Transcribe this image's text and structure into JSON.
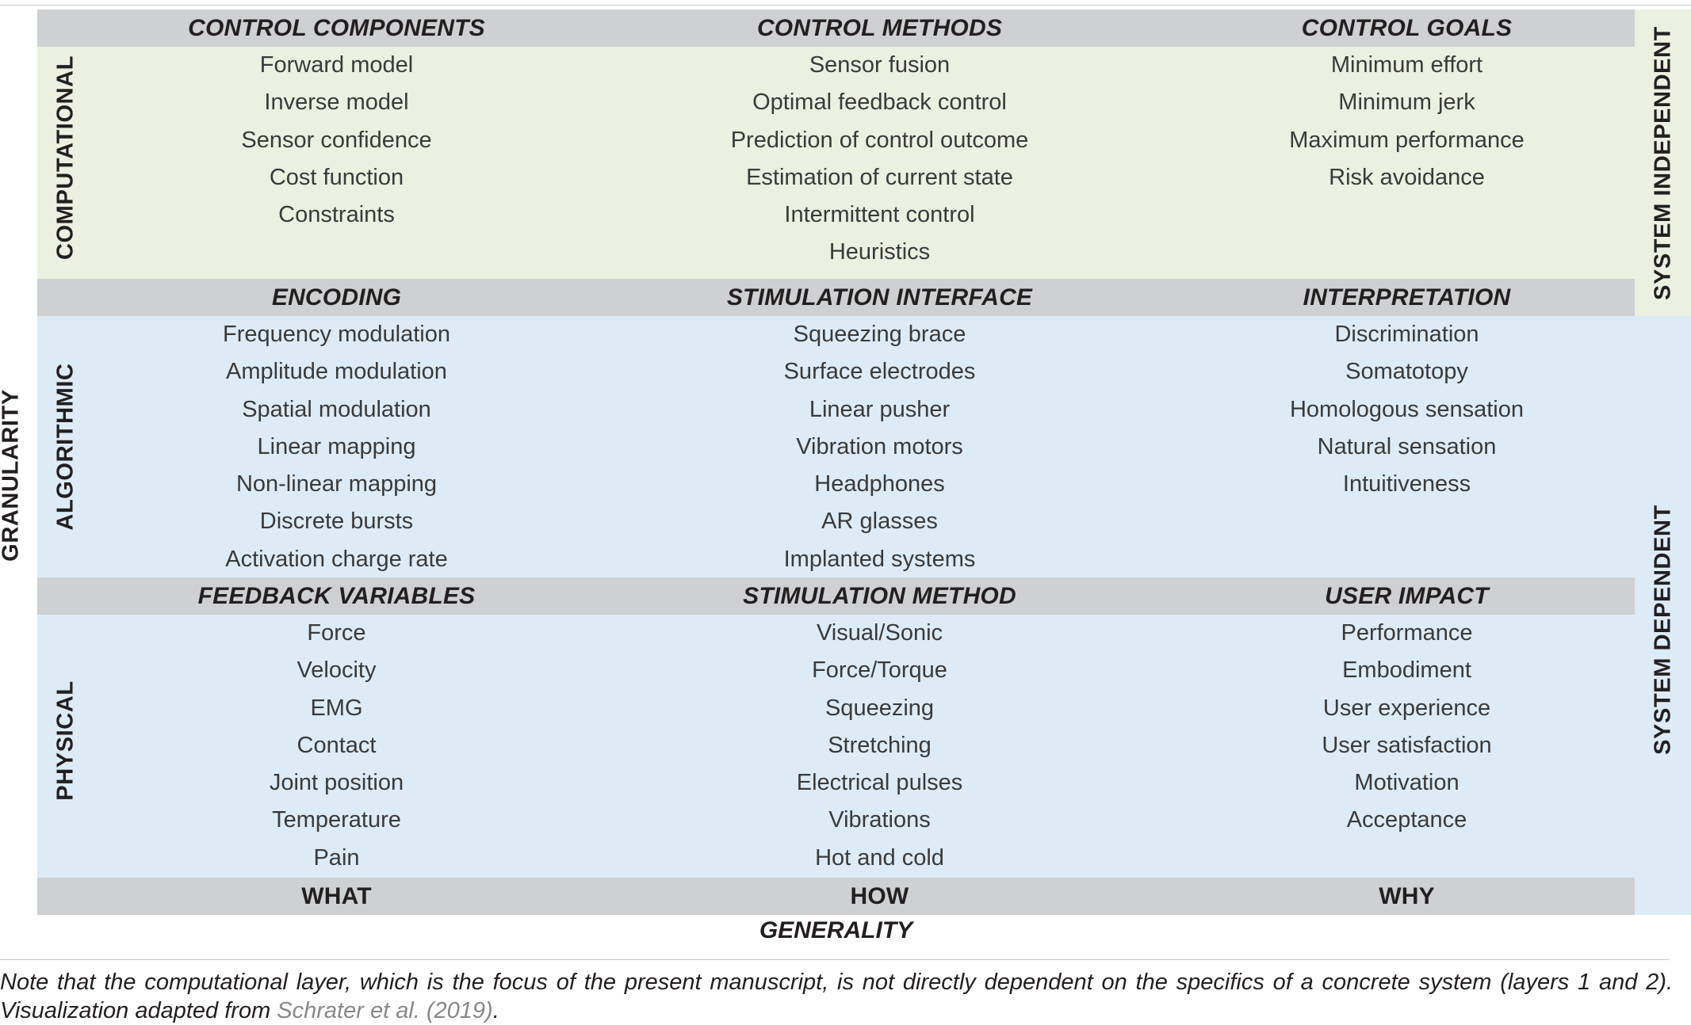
{
  "axis_labels": {
    "left": "GRANULARITY",
    "bottom": "GENERALITY",
    "right_top": "SYSTEM INDEPENDENT",
    "right_bottom": "SYSTEM DEPENDENT"
  },
  "layers": {
    "computational": "COMPUTATIONAL",
    "algorithmic": "ALGORITHMIC",
    "physical": "PHYSICAL"
  },
  "computational": {
    "headers": [
      "CONTROL COMPONENTS",
      "CONTROL METHODS",
      "CONTROL GOALS"
    ],
    "col1": [
      "Forward model",
      "Inverse model",
      "Sensor confidence",
      "Cost function",
      "Constraints"
    ],
    "col2": [
      "Sensor fusion",
      "Optimal feedback control",
      "Prediction of control outcome",
      "Estimation of current state",
      "Intermittent control",
      "Heuristics"
    ],
    "col3": [
      "Minimum effort",
      "Minimum jerk",
      "Maximum performance",
      "Risk avoidance"
    ]
  },
  "algorithmic": {
    "headers": [
      "ENCODING",
      "STIMULATION INTERFACE",
      "INTERPRETATION"
    ],
    "col1": [
      "Frequency modulation",
      "Amplitude modulation",
      "Spatial modulation",
      "Linear mapping",
      "Non-linear mapping",
      "Discrete bursts",
      "Activation charge rate"
    ],
    "col2": [
      "Squeezing brace",
      "Surface electrodes",
      "Linear pusher",
      "Vibration motors",
      "Headphones",
      "AR glasses",
      "Implanted systems"
    ],
    "col3": [
      "Discrimination",
      "Somatotopy",
      "Homologous sensation",
      "Natural sensation",
      "Intuitiveness"
    ]
  },
  "physical": {
    "headers": [
      "FEEDBACK VARIABLES",
      "STIMULATION METHOD",
      "USER IMPACT"
    ],
    "col1": [
      "Force",
      "Velocity",
      "EMG",
      "Contact",
      "Joint position",
      "Temperature",
      "Pain"
    ],
    "col2": [
      "Visual/Sonic",
      "Force/Torque",
      "Squeezing",
      "Stretching",
      "Electrical pulses",
      "Vibrations",
      "Hot and cold"
    ],
    "col3": [
      "Performance",
      "Embodiment",
      "User experience",
      "User satisfaction",
      "Motivation",
      "Acceptance"
    ]
  },
  "footer_headers": [
    "WHAT",
    "HOW",
    "WHY"
  ],
  "note": {
    "text": "Note that the computational layer, which is the focus of the present manuscript, is not directly dependent on the specifics of a concrete system (layers 1 and 2). Visualization adapted from ",
    "citation": "Schrater et al. (2019)",
    "end": "."
  },
  "colors": {
    "header_gray": "#cfd0d2",
    "computational_green": "#ebf0e1",
    "dependent_blue": "#ddebf6",
    "citation_gray": "#888888"
  }
}
